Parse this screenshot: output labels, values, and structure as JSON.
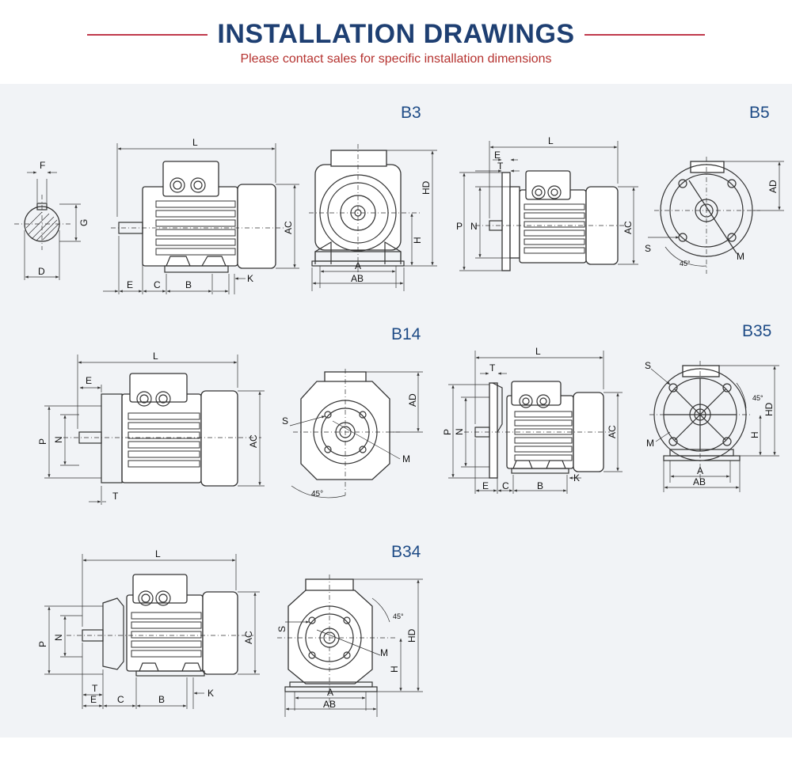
{
  "header": {
    "title": "INSTALLATION DRAWINGS",
    "subtitle": "Please contact sales for specific installation dimensions"
  },
  "colors": {
    "title": "#1e3f72",
    "subtitle": "#b5322f",
    "rule": "#c0394b",
    "panel": "#f1f3f6",
    "heading": "#1e4b86",
    "line": "#333333"
  },
  "drawings": {
    "b3": {
      "heading": "B3"
    },
    "b5": {
      "heading": "B5"
    },
    "b14": {
      "heading": "B14"
    },
    "b35": {
      "heading": "B35"
    },
    "b34": {
      "heading": "B34"
    }
  },
  "labels": {
    "L": "L",
    "F": "F",
    "G": "G",
    "D": "D",
    "E": "E",
    "C": "C",
    "B": "B",
    "K": "K",
    "AC": "AC",
    "HD": "HD",
    "H": "H",
    "A": "A",
    "AB": "AB",
    "T": "T",
    "P": "P",
    "N": "N",
    "AD": "AD",
    "S": "S",
    "M": "M",
    "deg45": "45°"
  }
}
